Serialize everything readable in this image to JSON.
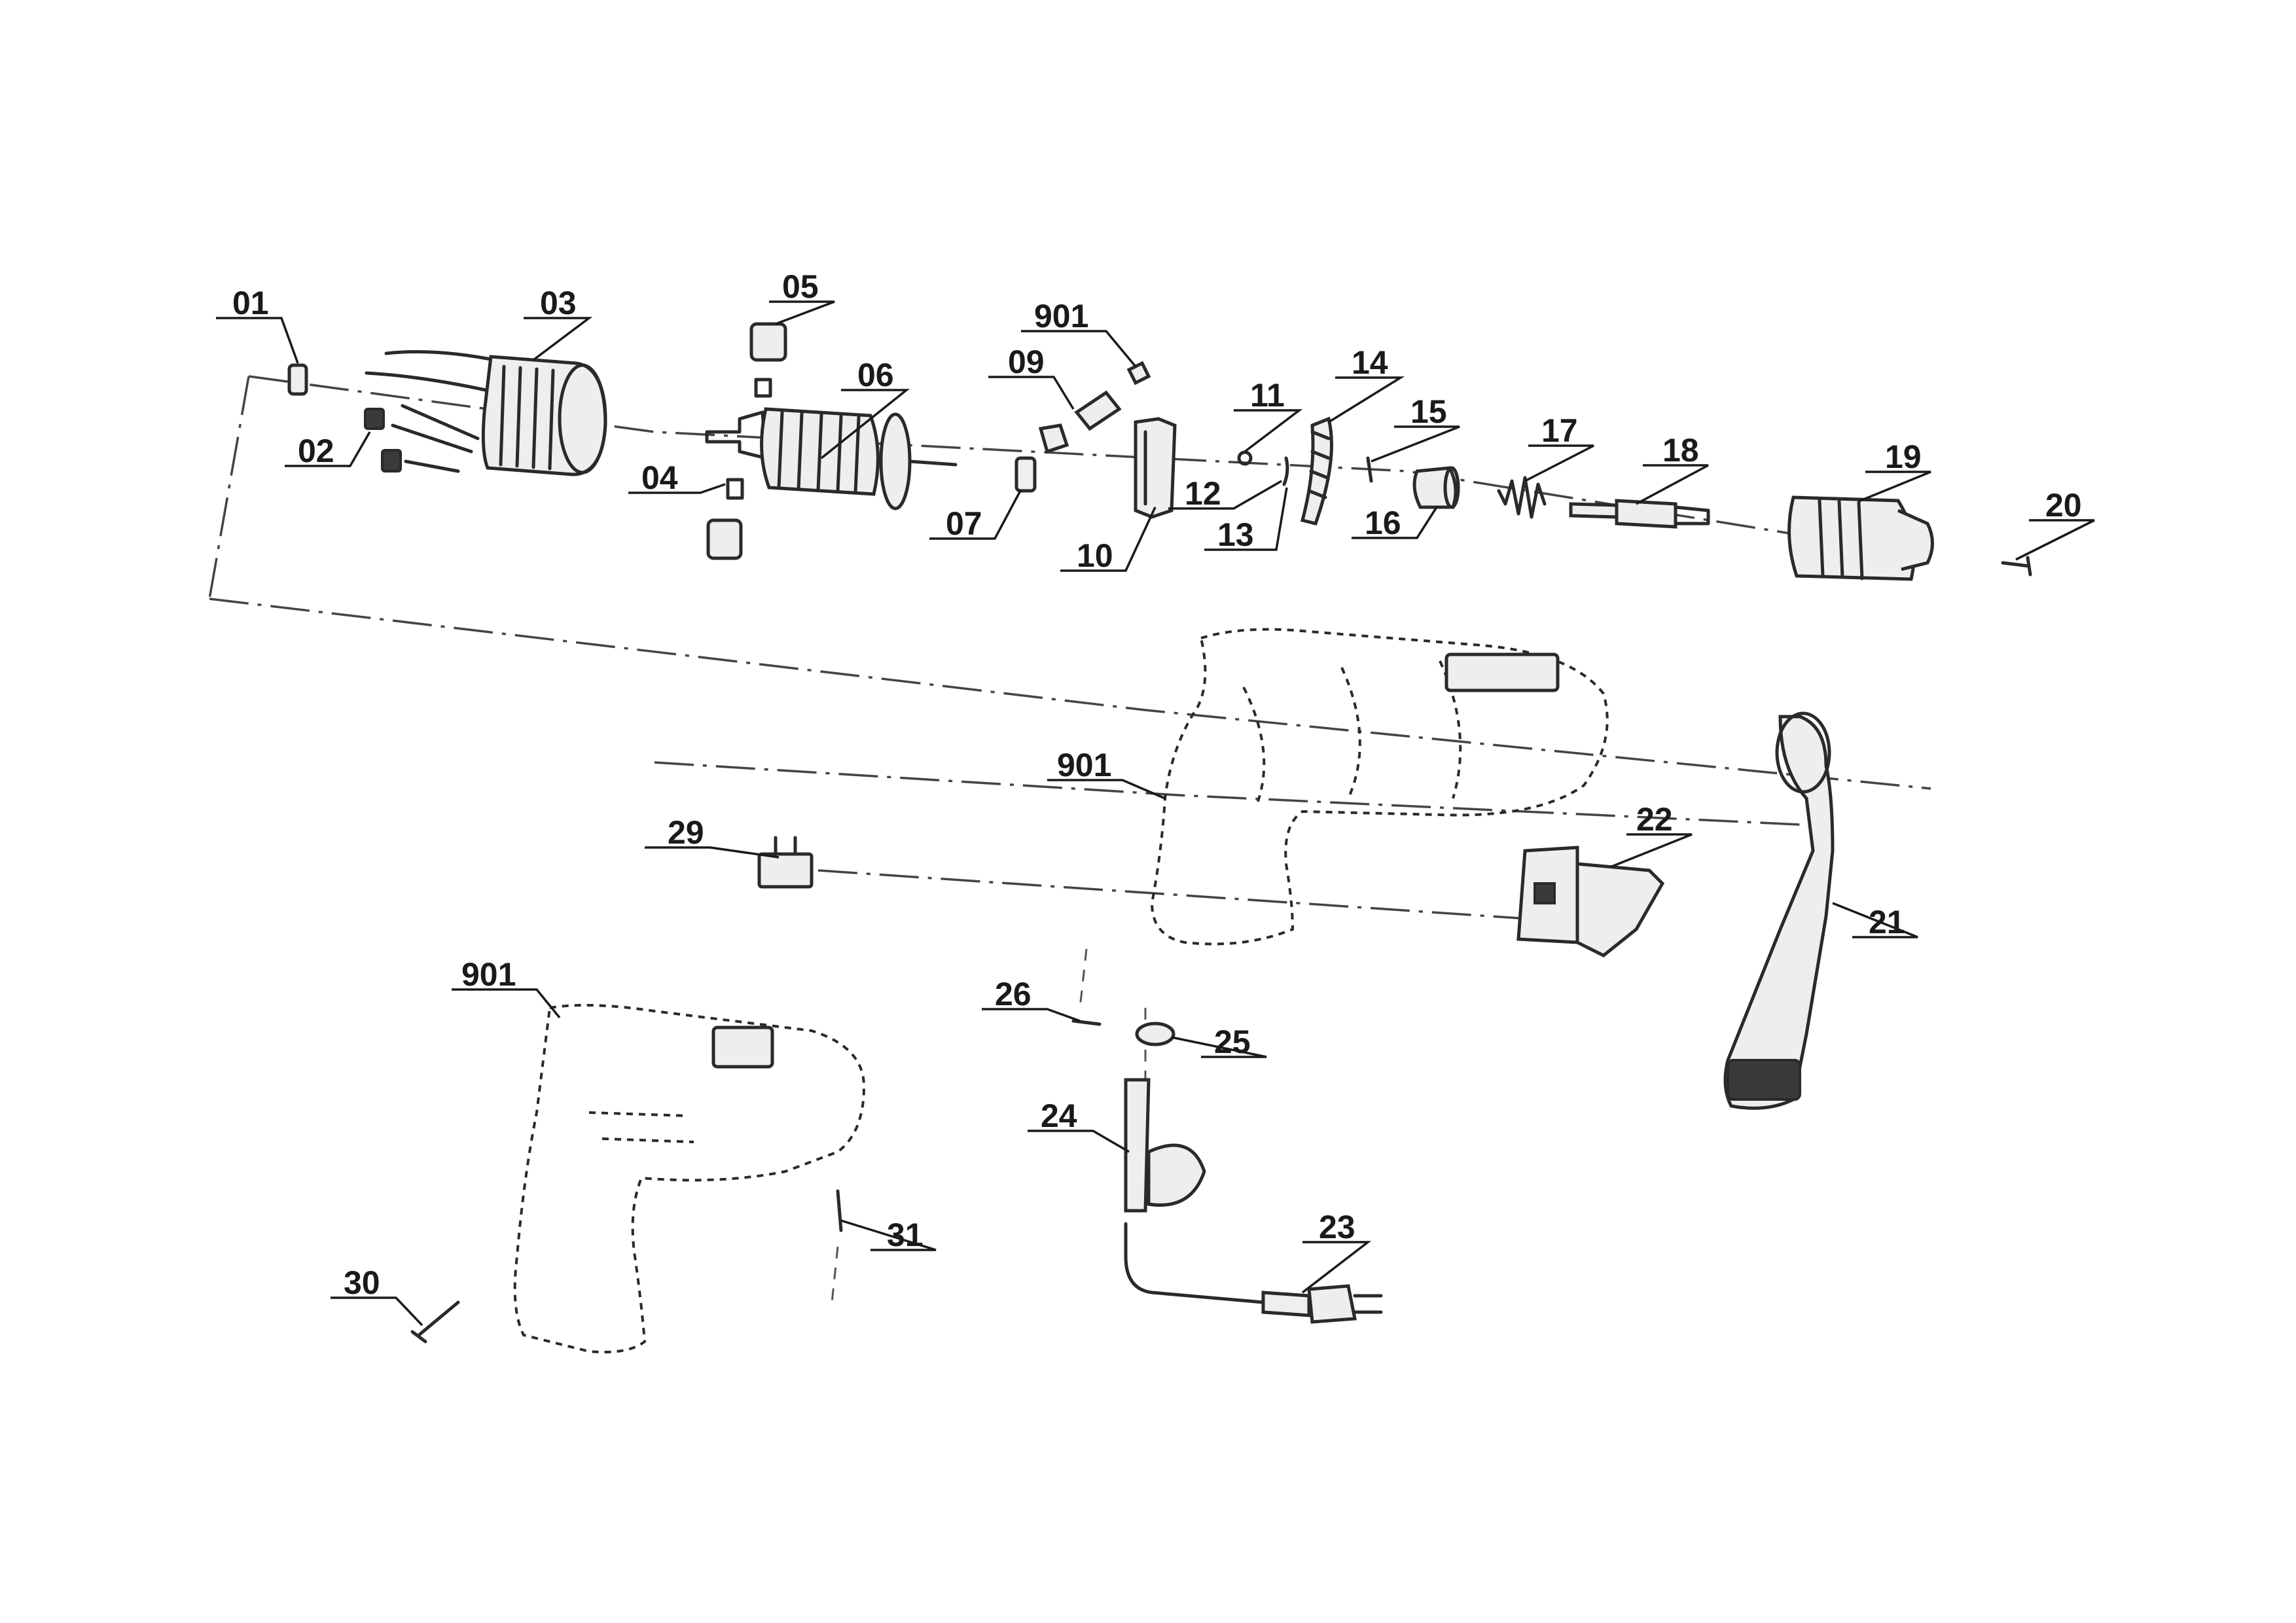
{
  "diagram": {
    "title": "",
    "part_labels": {
      "p01": "01",
      "p02": "02",
      "p03": "03",
      "p04": "04",
      "p05": "05",
      "p06": "06",
      "p07": "07",
      "p09": "09",
      "p901_top": "901",
      "p10": "10",
      "p11": "11",
      "p12": "12",
      "p13": "13",
      "p14": "14",
      "p15": "15",
      "p16": "16",
      "p17": "17",
      "p18": "18",
      "p19": "19",
      "p20": "20",
      "p901_housing_right": "901",
      "p29": "29",
      "p22": "22",
      "p21": "21",
      "p901_housing_left": "901",
      "p26": "26",
      "p25": "25",
      "p24": "24",
      "p23": "23",
      "p31": "31",
      "p30": "30"
    }
  }
}
